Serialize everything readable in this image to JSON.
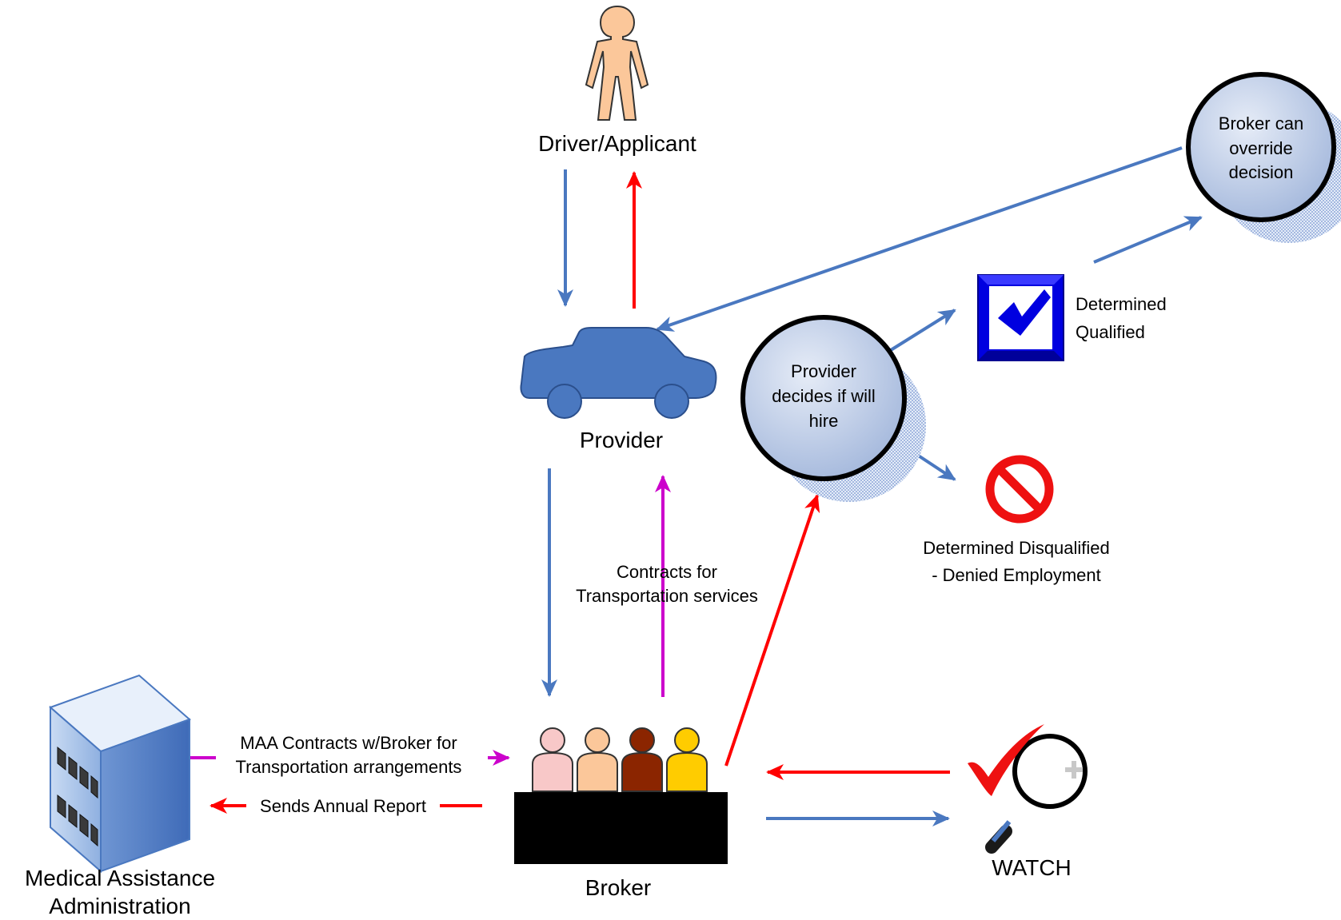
{
  "nodes": {
    "driver": {
      "label": "Driver/Applicant"
    },
    "provider": {
      "label": "Provider"
    },
    "broker": {
      "label": "Broker"
    },
    "maa": {
      "label_lines": [
        "Medical Assistance",
        "Administration"
      ]
    },
    "watch": {
      "label": "WATCH"
    },
    "decide": {
      "label_lines": [
        "Provider",
        "decides if will",
        "hire"
      ]
    },
    "override": {
      "label_lines": [
        "Broker can",
        "override",
        "decision"
      ]
    },
    "qualified": {
      "label_lines": [
        "Determined",
        "Qualified"
      ]
    },
    "disqualified": {
      "label_lines": [
        "Determined Disqualified",
        "- Denied Employment"
      ]
    }
  },
  "edge_labels": {
    "contracts_transport": [
      "Contracts for",
      "Transportation services"
    ],
    "maa_contracts": [
      "MAA Contracts w/Broker for",
      "Transportation arrangements"
    ],
    "annual_report": "Sends Annual Report"
  },
  "colors": {
    "blue_arrow": "#4A78C0",
    "red_arrow": "#FF0000",
    "magenta_arrow": "#CC00CC"
  }
}
